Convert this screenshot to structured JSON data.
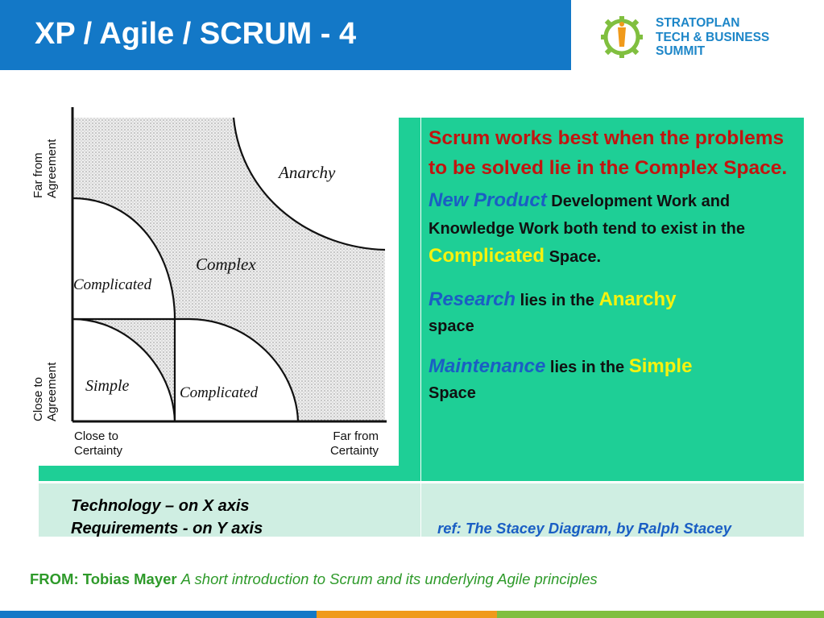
{
  "header": {
    "title": "XP / Agile / SCRUM - 4"
  },
  "logo": {
    "line1": "STRATOPLAN",
    "line2": "TECH & BUSINESS",
    "line3": "SUMMIT"
  },
  "diagram": {
    "y_axis_top": [
      "Far from",
      "Agreement"
    ],
    "y_axis_bottom": [
      "Close to",
      "Agreement"
    ],
    "x_axis_left": [
      "Close to",
      "Certainty"
    ],
    "x_axis_right": [
      "Far from",
      "Certainty"
    ],
    "zones": {
      "anarchy": "Anarchy",
      "complex": "Complex",
      "complicated_top": "Complicated",
      "simple": "Simple",
      "complicated_bottom": "Complicated"
    }
  },
  "content": {
    "headline": "Scrum works best when the problems to be solved lie in the Complex Space.",
    "p2": {
      "lead": "New Product",
      "middle": " Development Work and Knowledge Work both tend to exist in the ",
      "highlight": "Complicated",
      "tail": " Space."
    },
    "p3": {
      "lead": "Research",
      "middle": " lies in the ",
      "highlight": "Anarchy",
      "tail": " space"
    },
    "p4": {
      "lead": "Maintenance",
      "middle": " lies in the ",
      "highlight": "Simple",
      "tail": " Space"
    }
  },
  "axis_note": {
    "line1": "Technology – on X axis",
    "line2": "Requirements  - on Y axis"
  },
  "reference": "ref: The Stacey Diagram, by Ralph Stacey",
  "footer": {
    "label": "FROM: Tobias Mayer",
    "title": "A short introduction to Scrum and its underlying Agile principles"
  },
  "colors": {
    "header_blue": "#1378c7",
    "table_green": "#1ecf96",
    "table_light": "#cfeee2",
    "headline_red": "#c2140f",
    "accent_blue": "#1a5ec4",
    "highlight_yellow": "#f7f20e",
    "footer_green": "#2e9a2a",
    "bar_orange": "#f09a1b",
    "bar_green": "#80bf3f"
  }
}
